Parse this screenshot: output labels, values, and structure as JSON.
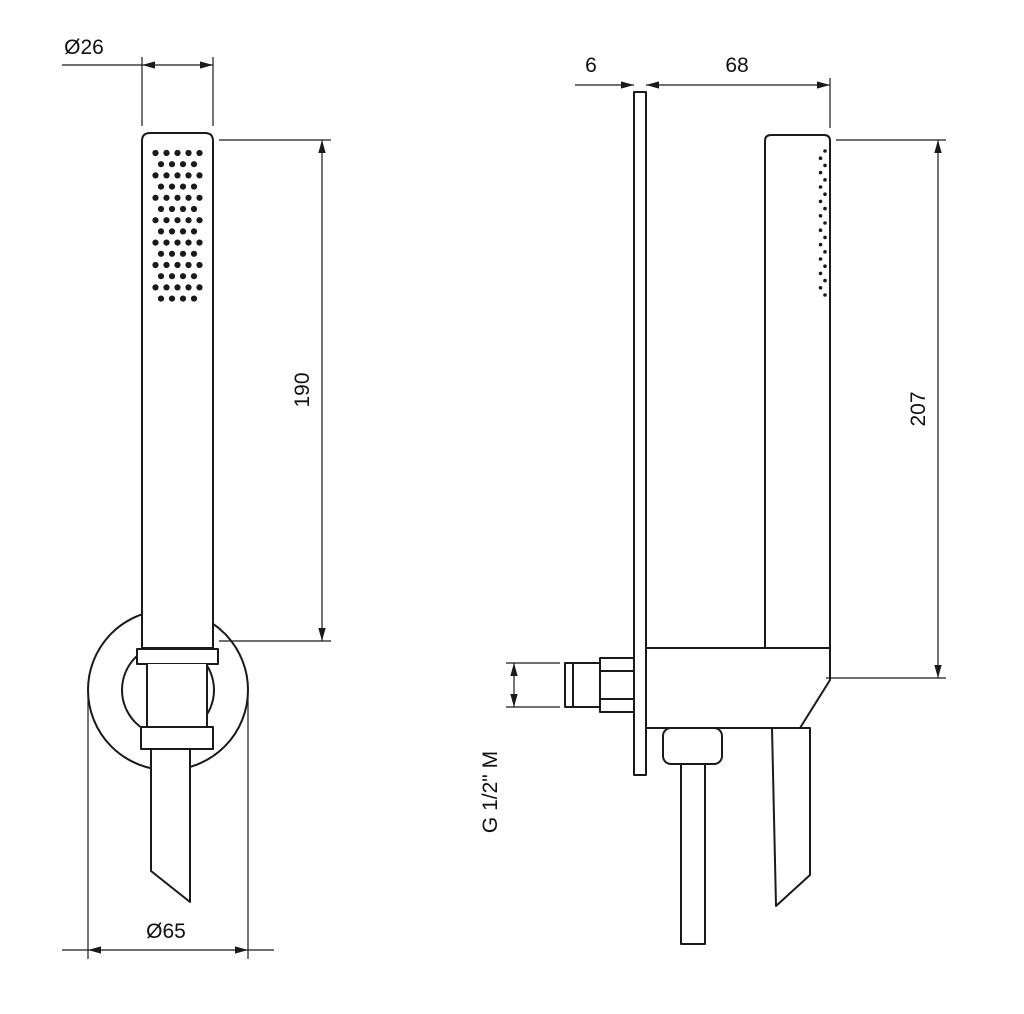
{
  "drawing_type": "technical-dimension-drawing",
  "subject": "hand-shower-with-wall-bracket",
  "dims": {
    "front": {
      "head_width": "Ø26",
      "head_length": "190",
      "bracket_diameter": "Ø65"
    },
    "side": {
      "plate_thickness": "6",
      "bracket_offset": "68",
      "total_length": "207",
      "thread_size": "G 1/2\" M"
    }
  },
  "colors": {
    "line": "#1a1a1a",
    "background": "#ffffff"
  }
}
